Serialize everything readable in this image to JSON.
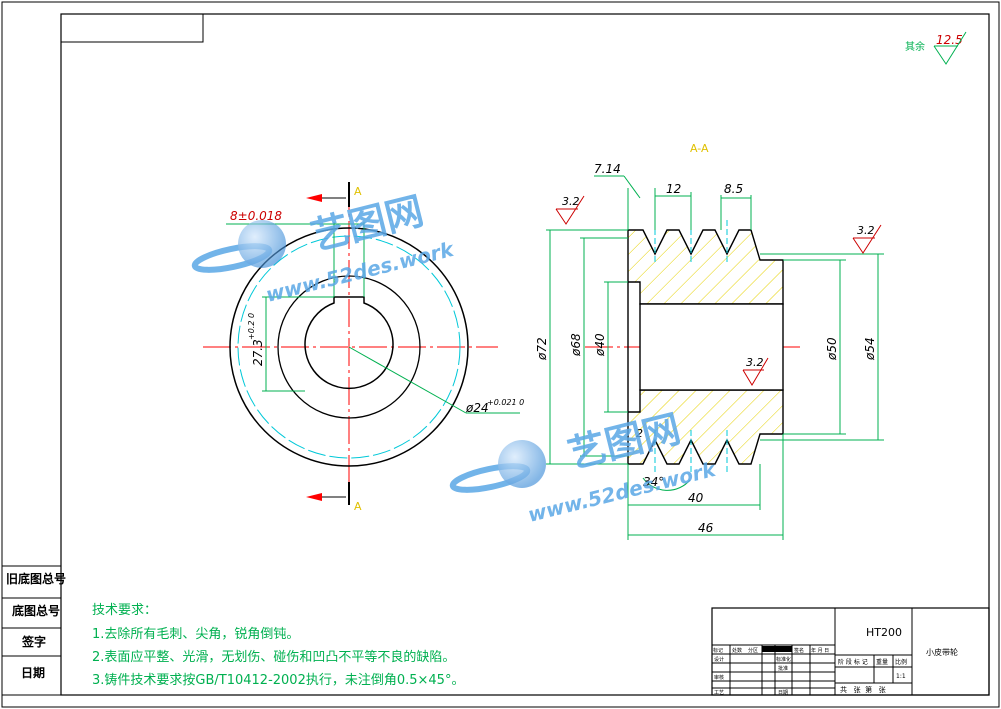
{
  "sheet": {
    "surface_note_label": "其余",
    "surface_note_value": "12.5",
    "section_label": "A-A",
    "section_marker": "A"
  },
  "dimensions": {
    "keyway_width": "8±0.018",
    "keyway_depth": "27.3",
    "keyway_depth_tol": "+0.2 0",
    "bore_dia": "ø24",
    "bore_tol": "+0.021 0",
    "groove_offset": "7.14",
    "groove_pitch": "12",
    "groove_width": "8.5",
    "outer_dia": "ø72",
    "pitch_dia": "ø68",
    "hub_inner_dia": "ø40",
    "hub_dia_50": "ø50",
    "hub_dia_54": "ø54",
    "width_40": "40",
    "width_46": "46",
    "groove_angle": "34°",
    "chamfer": "2",
    "roughness_left": "3.2",
    "roughness_right": "3.2",
    "roughness_bore": "3.2"
  },
  "side_labels": [
    "旧底图总号",
    "底图总号",
    "签字",
    "日期"
  ],
  "tech_requirements": {
    "title": "技术要求：",
    "items": [
      "1.去除所有毛刺、尖角，锐角倒钝。",
      "2.表面应平整、光滑，无划伤、碰伤和凹凸不平等不良的缺陷。",
      "3.铸件技术要求按GB/T10412-2002执行，未注倒角0.5×45°。"
    ]
  },
  "title_block": {
    "material": "HT200",
    "part_name": "小皮带轮",
    "col_headers": [
      "标记",
      "处数",
      "分区",
      "签名",
      "年 月 日"
    ],
    "row_labels": [
      "设计",
      "审核",
      "工艺"
    ],
    "mid_labels": [
      "标准化",
      "批准",
      "日期"
    ],
    "stage_headers": [
      "阶 段 标 记",
      "重量",
      "比例"
    ],
    "scale": "1:1",
    "sheet_info": "共   张  第   张"
  },
  "watermark": {
    "brand": "艺图网",
    "url": "www.52des.work"
  },
  "colors": {
    "outline": "#000000",
    "dimension": "#00b050",
    "centerline": "#ff0000",
    "hatch": "#e6d200",
    "phantom": "#00c8d8",
    "roughness": "#cc0000",
    "section_mark": "#e0c000",
    "watermark": "#5aa7e6"
  }
}
